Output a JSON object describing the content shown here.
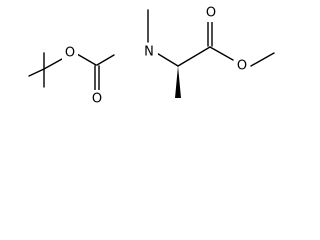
{
  "molecule": {
    "atoms": {
      "o_ether": "O",
      "o_carbonyl_carbamate": "O",
      "n_amine": "N",
      "o_carbonyl_ester": "O",
      "o_ester": "O"
    },
    "stereo": {
      "alpha_carbon_methyl": "wedge"
    }
  }
}
